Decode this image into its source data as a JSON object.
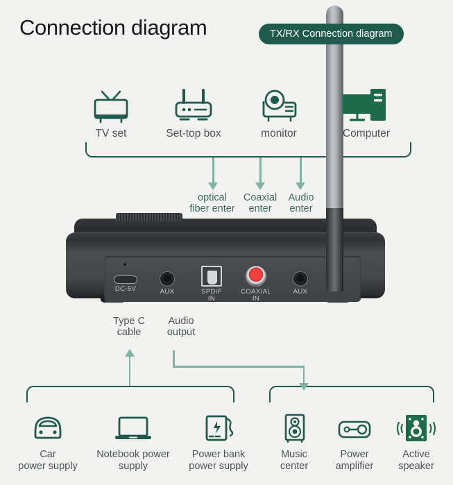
{
  "header": {
    "title": "Connection diagram",
    "badge": "TX/RX Connection diagram"
  },
  "colors": {
    "background": "#f2f2f1",
    "brand_dark_green": "#205a4d",
    "line_green": "#7fb3a3",
    "label_gray": "#4b5457",
    "title_black": "#18181a",
    "coaxial_red": "#f04040"
  },
  "sources": {
    "group_label": "input-sources",
    "items": [
      {
        "label": "TV set",
        "icon": "tv-icon",
        "style": "outline"
      },
      {
        "label": "Set-top box",
        "icon": "set-top-box-icon",
        "style": "outline"
      },
      {
        "label": "monitor",
        "icon": "projector-icon",
        "style": "outline"
      },
      {
        "label": "Computer",
        "icon": "computer-icon",
        "style": "filled"
      }
    ]
  },
  "inputs": [
    {
      "line1": "optical",
      "line2": "fiber enter"
    },
    {
      "line1": "Coaxial",
      "line2": "enter"
    },
    {
      "line1": "Audio",
      "line2": "enter"
    }
  ],
  "device": {
    "name": "bluetooth-audio-receiver",
    "antenna": "antenna",
    "ports": [
      {
        "label1": "DC-5V",
        "label2": "",
        "type": "usb-c-port"
      },
      {
        "label1": "AUX",
        "label2": "",
        "type": "aux-jack-port"
      },
      {
        "label1": "SPDIF",
        "label2": "IN",
        "type": "spdif-optical-port"
      },
      {
        "label1": "COAXIAL",
        "label2": "IN",
        "type": "coaxial-rca-port"
      },
      {
        "label1": "AUX",
        "label2": "",
        "type": "aux-jack-port"
      }
    ]
  },
  "outputs": [
    {
      "line1": "Type C",
      "line2": "cable",
      "direction": "up"
    },
    {
      "line1": "Audio",
      "line2": "output",
      "direction": "down"
    }
  ],
  "power_group": {
    "items": [
      {
        "line1": "Car",
        "line2": "power supply",
        "icon": "car-icon",
        "style": "outline"
      },
      {
        "line1": "Notebook power",
        "line2": "supply",
        "icon": "laptop-icon",
        "style": "outline"
      },
      {
        "line1": "Power bank",
        "line2": "power supply",
        "icon": "power-bank-icon",
        "style": "outline"
      }
    ]
  },
  "audio_group": {
    "items": [
      {
        "line1": "Music",
        "line2": "center",
        "icon": "music-center-icon",
        "style": "outline"
      },
      {
        "line1": "Power",
        "line2": "amplifier",
        "icon": "amplifier-icon",
        "style": "outline"
      },
      {
        "line1": "Active",
        "line2": "speaker",
        "icon": "active-speaker-icon",
        "style": "filled"
      }
    ]
  }
}
